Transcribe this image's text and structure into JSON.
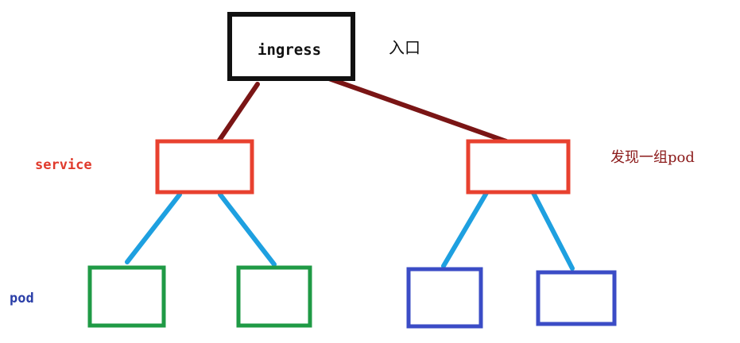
{
  "nodes": {
    "ingress": "ingress",
    "entrance_annotation": "入口",
    "service_label": "service",
    "discover_annotation": "发现一组pod",
    "pod_label": "pod"
  },
  "colors": {
    "ingress_border": "#111111",
    "service_border": "#e8412f",
    "pod_left_border": "#1f9a45",
    "pod_right_border": "#3b4cc6",
    "ingress_to_service_line": "#7a1515",
    "service_to_pod_line": "#1ea0e0"
  }
}
